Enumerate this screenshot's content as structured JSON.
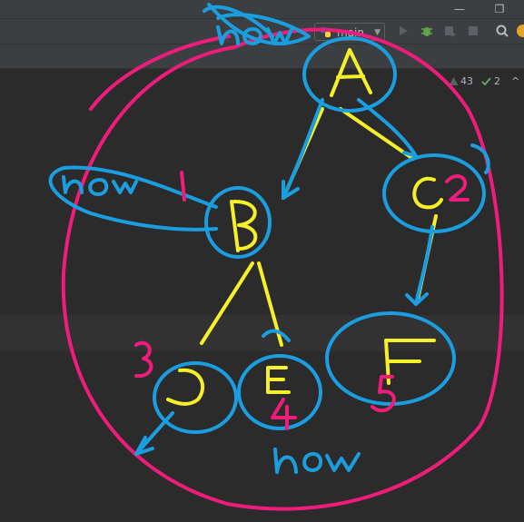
{
  "window": {
    "minimize_glyph": "—",
    "restore_glyph": "❐"
  },
  "toolbar": {
    "run_config_label": "main",
    "run_config_caret": "▼"
  },
  "inspections": {
    "warnings": "43",
    "typos": "2",
    "chevron": "^"
  },
  "annotations": {
    "nodes": [
      "A",
      "B",
      "C",
      "D",
      "E",
      "F"
    ],
    "order": [
      "1",
      "2",
      "3",
      "4",
      "5"
    ],
    "now_labels": [
      "now",
      "now",
      "now"
    ]
  },
  "colors": {
    "circle": "#ee1c7a",
    "nodes_outline": "#1a9ee0",
    "edges": "#f5f02a",
    "numbers": "#ee1c7a"
  }
}
